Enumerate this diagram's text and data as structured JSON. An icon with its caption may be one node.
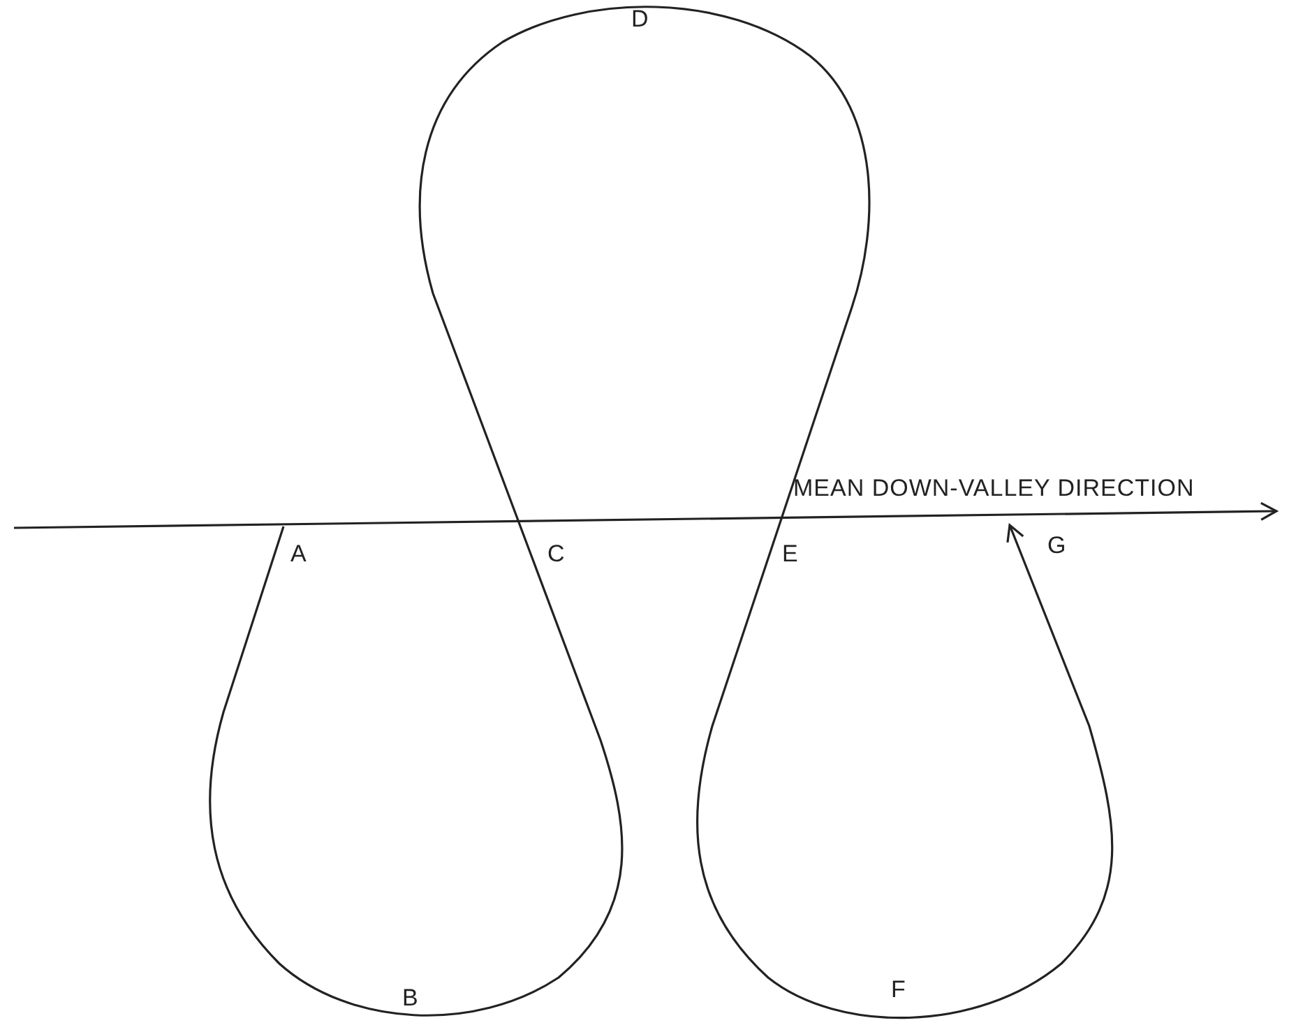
{
  "diagram": {
    "labels": [
      "D",
      "MEAN DOWN-VALLEY DIRECTION",
      "A",
      "C",
      "E",
      "G",
      "B",
      "F"
    ]
  }
}
